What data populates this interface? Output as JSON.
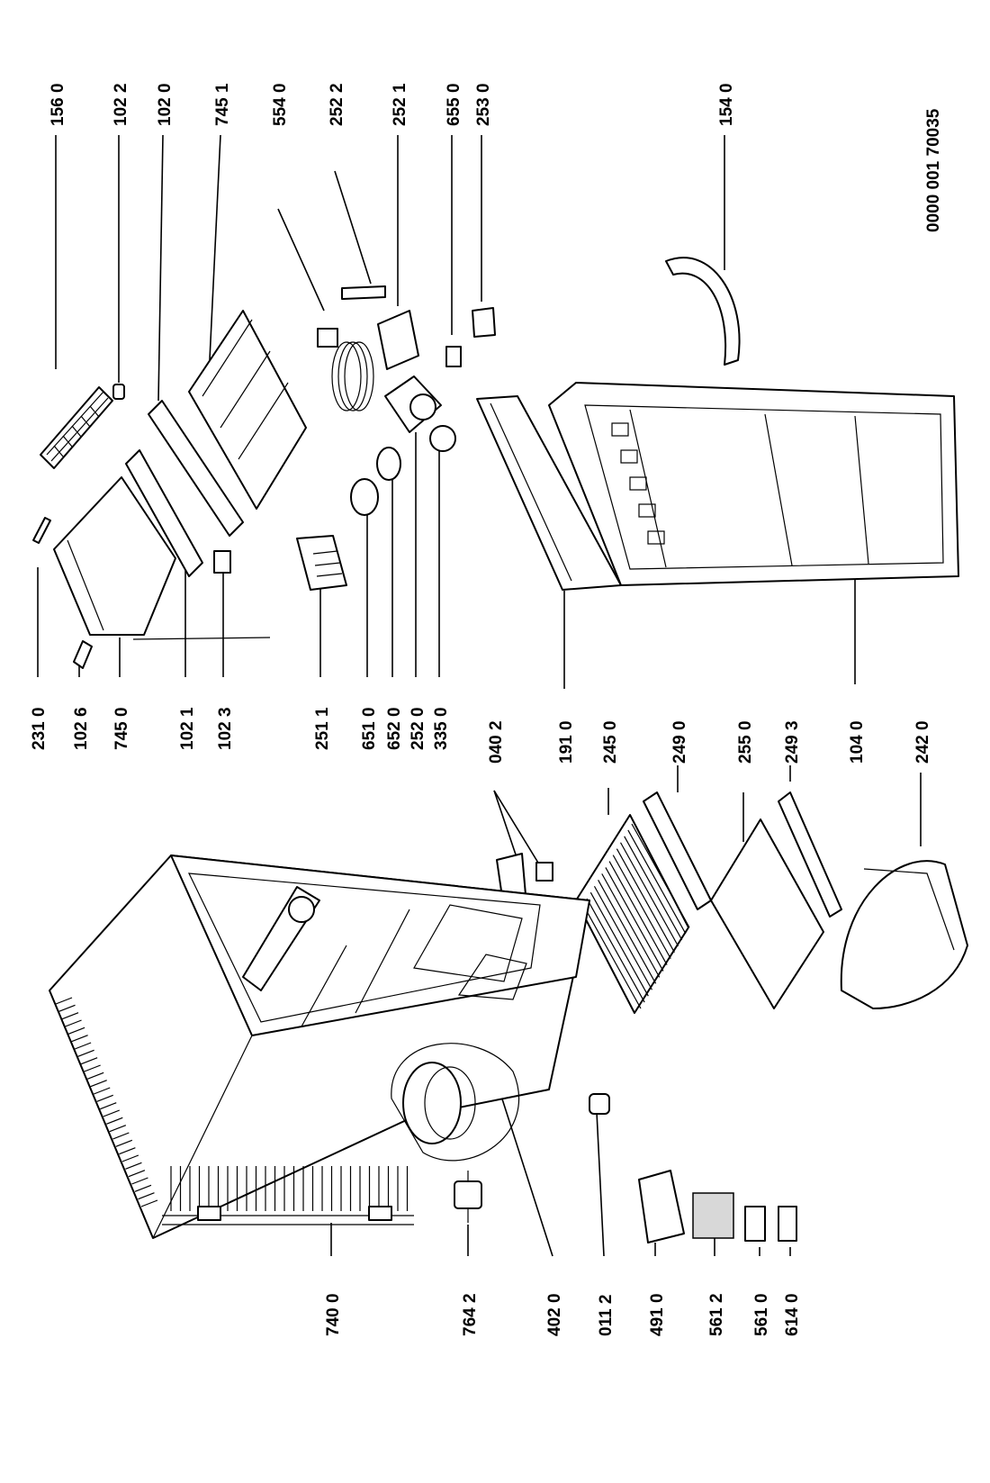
{
  "document_code": "0000 001 70035",
  "labels": {
    "l156_0": "156 0",
    "l102_2": "102 2",
    "l102_0": "102 0",
    "l745_1": "745 1",
    "l554_0": "554 0",
    "l252_2": "252 2",
    "l252_1": "252 1",
    "l655_0": "655 0",
    "l253_0": "253 0",
    "l154_0": "154 0",
    "l231_0": "231 0",
    "l102_6": "102 6",
    "l745_0": "745 0",
    "l102_1": "102 1",
    "l102_3": "102 3",
    "l251_1": "251 1",
    "l651_0": "651 0",
    "l652_0": "652 0",
    "l252_0": "252 0",
    "l335_0": "335 0",
    "l040_2": "040 2",
    "l191_0": "191 0",
    "l245_0": "245 0",
    "l249_0": "249 0",
    "l255_0": "255 0",
    "l249_3": "249 3",
    "l104_0": "104 0",
    "l242_0": "242 0",
    "l740_0": "740 0",
    "l764_2": "764 2",
    "l402_0": "402 0",
    "l011_2": "011 2",
    "l491_0": "491 0",
    "l561_2": "561 2",
    "l561_0": "561 0",
    "l614_0": "614 0"
  }
}
